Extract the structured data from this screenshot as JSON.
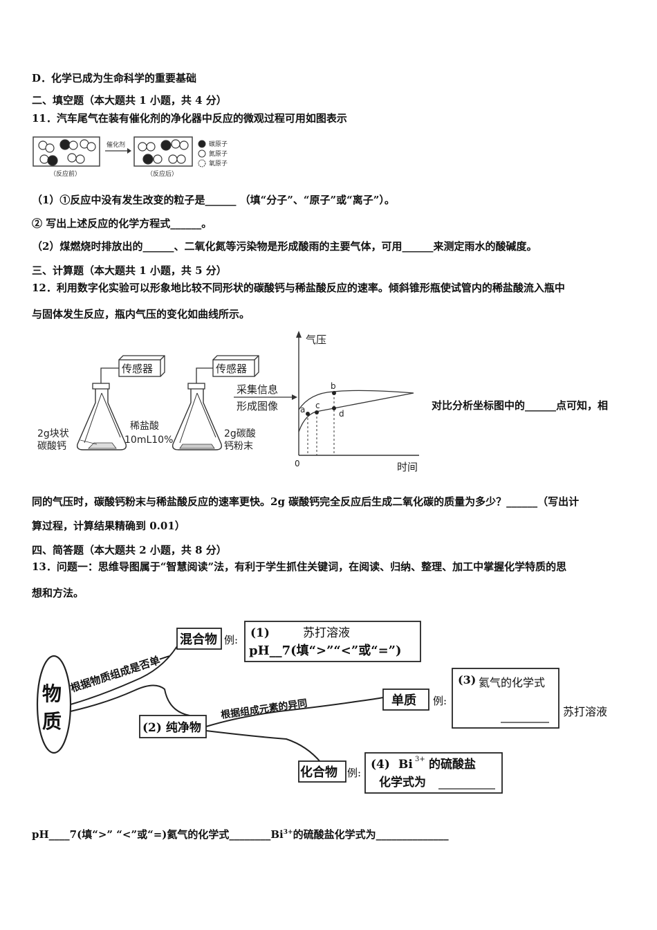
{
  "lines": {
    "l1": "D．化学已成为生命科学的重要基础",
    "l2": "二、填空题（本大题共 1 小题，共 4 分）",
    "l3": "11．汽车尾气在装有催化剂的净化器中反应的微观过程可用如图表示",
    "l4": "（1）①反应中没有发生改变的粒子是______ （填“分子”、“原子”或“离子”）。",
    "l5": "② 写出上述反应的化学方程式______。",
    "l6": "（2）煤燃烧时排放出的______、二氧化氮等污染物是形成酸雨的主要气体，可用______来测定雨水的酸碱度。",
    "l7": "三、计算题（本大题共 1 小题，共 5 分）",
    "l8": "12．利用数字化实验可以形象地比较不同形状的碳酸钙与稀盐酸反应的速率。倾斜锥形瓶使试管内的稀盐酸流入瓶中",
    "l9": "与固体发生反应，瓶内气压的变化如曲线所示。",
    "l10": "对比分析坐标图中的______点可知，相",
    "l11": "同的气压时，碳酸钙粉末与稀盐酸反应的速率更快。2g 碳酸钙完全反应后生成二氧化碳的质量为多少？______（写出计",
    "l12": "算过程，计算结果精确到 0.01）",
    "l13": "四、简答题（本大题共 2 小题，共 8 分）",
    "l14": "13．问题一：思维导图属于“智慧阅读”法，有利于学生抓住关键词，在阅读、归纳、整理、加工中掌握化学特质的思",
    "l15": "想和方法。",
    "l16_pre": "pH____7(填“>” “<”或“=)氦气的化学式________Bi",
    "l16_sup": "3+",
    "l16_post": "的硫酸盐化学式为______________"
  },
  "micro": {
    "arrow": "催化剂",
    "before": "（反应前）",
    "after": "（反应后）",
    "legend": [
      "碳原子",
      "氮原子",
      "氧原子"
    ]
  },
  "apparatus": {
    "sensor": "传感器",
    "left_solid": [
      "2g块状",
      "碳酸钙"
    ],
    "acid": [
      "稀盐酸",
      "10mL10%"
    ],
    "right_solid": [
      "2g碳酸",
      "钙粉末"
    ],
    "collect": [
      "采集信息",
      "形成图像"
    ]
  },
  "graph": {
    "ylabel": "气压",
    "xlabel": "时间",
    "origin": "0",
    "points": [
      "a",
      "b",
      "c",
      "d"
    ]
  },
  "mindmap": {
    "root": [
      "物",
      "质"
    ],
    "branch_top": "根据物质组成是否单一",
    "mixture": "混合物",
    "mixture_ex": [
      "(1)",
      "苏打溶液",
      "pH__7(填“>”“<”或“=”)"
    ],
    "pure": "(2) 纯净物",
    "branch_bottom": "根据组成元素的异同",
    "element": "单质",
    "element_ex": [
      "(3)",
      "氦气的化学式"
    ],
    "compound": "化合物",
    "compound_ex": [
      "(4)",
      "Bi",
      "3+",
      "的硫酸盐",
      "化学式为"
    ],
    "example_label": "例:",
    "side_note": "苏打溶液"
  }
}
